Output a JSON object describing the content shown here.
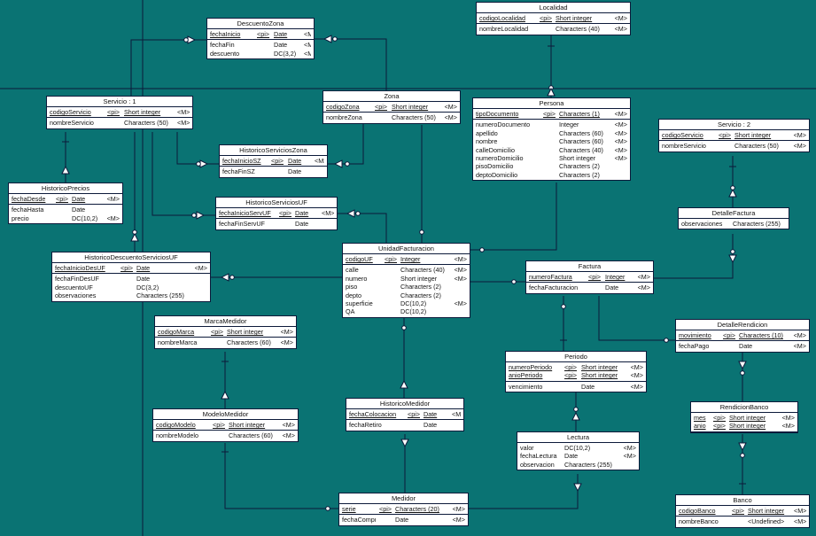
{
  "diagram": {
    "colors": {
      "background": "#0a7373",
      "entity_fill": "#ffffff",
      "line": "#0c1a3a"
    },
    "entities": [
      {
        "id": "descuentoZona",
        "title": "DescuentoZona",
        "attrs": [
          {
            "name": "fechaInicio",
            "pi": "<pi>",
            "type": "Date",
            "m": "<M>",
            "key": true
          },
          {
            "name": "fechaFin",
            "pi": "",
            "type": "Date",
            "m": "<M>"
          },
          {
            "name": "descuento",
            "pi": "",
            "type": "DC(3,2)",
            "m": "<M>"
          }
        ]
      },
      {
        "id": "localidad",
        "title": "Localidad",
        "attrs": [
          {
            "name": "codigoLocalidad",
            "pi": "<pi>",
            "type": "Short integer",
            "m": "<M>",
            "key": true
          },
          {
            "name": "nombreLocalidad",
            "pi": "",
            "type": "Characters (40)",
            "m": "<M>"
          }
        ]
      },
      {
        "id": "servicio1",
        "title": "Servicio : 1",
        "attrs": [
          {
            "name": "codigoServicio",
            "pi": "<pi>",
            "type": "Short integer",
            "m": "<M>",
            "key": true
          },
          {
            "name": "nombreServicio",
            "pi": "",
            "type": "Characters (50)",
            "m": "<M>"
          }
        ]
      },
      {
        "id": "zona",
        "title": "Zona",
        "attrs": [
          {
            "name": "codigoZona",
            "pi": "<pi>",
            "type": "Short integer",
            "m": "<M>",
            "key": true
          },
          {
            "name": "nombreZona",
            "pi": "",
            "type": "Characters (50)",
            "m": "<M>"
          }
        ]
      },
      {
        "id": "persona",
        "title": "Persona",
        "attrs": [
          {
            "name": "tipoDocumento",
            "pi": "<pi>",
            "type": "Characters (1)",
            "m": "<M>",
            "key": true
          },
          {
            "name": "numeroDocumento",
            "pi": "",
            "type": "Integer",
            "m": "<M>"
          },
          {
            "name": "apellido",
            "pi": "",
            "type": "Characters (60)",
            "m": "<M>"
          },
          {
            "name": "nombre",
            "pi": "",
            "type": "Characters (60)",
            "m": "<M>"
          },
          {
            "name": "calleDomicilio",
            "pi": "",
            "type": "Characters (40)",
            "m": "<M>"
          },
          {
            "name": "numeroDomicilio",
            "pi": "",
            "type": "Short integer",
            "m": "<M>"
          },
          {
            "name": "pisoDomicilio",
            "pi": "",
            "type": "Characters (2)",
            "m": ""
          },
          {
            "name": "deptoDomicilio",
            "pi": "",
            "type": "Characters (2)",
            "m": ""
          }
        ]
      },
      {
        "id": "servicio2",
        "title": "Servicio : 2",
        "attrs": [
          {
            "name": "codigoServicio",
            "pi": "<pi>",
            "type": "Short integer",
            "m": "<M>",
            "key": true
          },
          {
            "name": "nombreServicio",
            "pi": "",
            "type": "Characters (50)",
            "m": "<M>"
          }
        ]
      },
      {
        "id": "historicoServiciosZona",
        "title": "HistoricoServiciosZona",
        "attrs": [
          {
            "name": "fechaInicioSZ",
            "pi": "<pi>",
            "type": "Date",
            "m": "<M>",
            "key": true
          },
          {
            "name": "fechaFinSZ",
            "pi": "",
            "type": "Date",
            "m": ""
          }
        ]
      },
      {
        "id": "historicoPrecios",
        "title": "HistoricoPrecios",
        "attrs": [
          {
            "name": "fechaDesde",
            "pi": "<pi>",
            "type": "Date",
            "m": "<M>",
            "key": true
          },
          {
            "name": "fechaHasta",
            "pi": "",
            "type": "Date",
            "m": ""
          },
          {
            "name": "precio",
            "pi": "",
            "type": "DC(10,2)",
            "m": "<M>"
          }
        ]
      },
      {
        "id": "historicoServiciosUF",
        "title": "HistoricoServiciosUF",
        "attrs": [
          {
            "name": "fechaInicioServUF",
            "pi": "<pi>",
            "type": "Date",
            "m": "<M>",
            "key": true
          },
          {
            "name": "fechaFinServUF",
            "pi": "",
            "type": "Date",
            "m": ""
          }
        ]
      },
      {
        "id": "detalleFactura",
        "title": "DetalleFactura",
        "attrs": [
          {
            "name": "observaciones",
            "pi": "",
            "type": "Characters (255)",
            "m": ""
          }
        ]
      },
      {
        "id": "historicoDescuentoServiciosUF",
        "title": "HistoricoDescuentoServiciosUF",
        "attrs": [
          {
            "name": "fechaInicioDesUF",
            "pi": "<pi>",
            "type": "Date",
            "m": "<M>",
            "key": true
          },
          {
            "name": "fechaFinDesUF",
            "pi": "",
            "type": "Date",
            "m": ""
          },
          {
            "name": "descuentoUF",
            "pi": "",
            "type": "DC(3,2)",
            "m": ""
          },
          {
            "name": "observaciones",
            "pi": "",
            "type": "Characters (255)",
            "m": ""
          }
        ]
      },
      {
        "id": "unidadFacturacion",
        "title": "UnidadFacturacion",
        "attrs": [
          {
            "name": "codigoUF",
            "pi": "<pi>",
            "type": "Integer",
            "m": "<M>",
            "key": true
          },
          {
            "name": "calle",
            "pi": "",
            "type": "Characters (40)",
            "m": "<M>"
          },
          {
            "name": "numero",
            "pi": "",
            "type": "Short integer",
            "m": "<M>"
          },
          {
            "name": "piso",
            "pi": "",
            "type": "Characters (2)",
            "m": ""
          },
          {
            "name": "depto",
            "pi": "",
            "type": "Characters (2)",
            "m": ""
          },
          {
            "name": "superficie",
            "pi": "",
            "type": "DC(10,2)",
            "m": "<M>"
          },
          {
            "name": "QA",
            "pi": "",
            "type": "DC(10,2)",
            "m": ""
          }
        ]
      },
      {
        "id": "factura",
        "title": "Factura",
        "attrs": [
          {
            "name": "numeroFactura",
            "pi": "<pi>",
            "type": "Integer",
            "m": "<M>",
            "key": true
          },
          {
            "name": "fechaFacturacion",
            "pi": "",
            "type": "Date",
            "m": "<M>"
          }
        ]
      },
      {
        "id": "marcaMedidor",
        "title": "MarcaMedidor",
        "attrs": [
          {
            "name": "codigoMarca",
            "pi": "<pi>",
            "type": "Short integer",
            "m": "<M>",
            "key": true
          },
          {
            "name": "nombreMarca",
            "pi": "",
            "type": "Characters (60)",
            "m": "<M>"
          }
        ]
      },
      {
        "id": "detalleRendicion",
        "title": "DetalleRendicion",
        "attrs": [
          {
            "name": "movimiento",
            "pi": "<pi>",
            "type": "Characters (10)",
            "m": "<M>",
            "key": true
          },
          {
            "name": "fechaPago",
            "pi": "",
            "type": "Date",
            "m": "<M>"
          }
        ]
      },
      {
        "id": "periodo",
        "title": "Periodo",
        "attrs": [
          {
            "name": "numeroPeriodo",
            "pi": "<pi>",
            "type": "Short integer",
            "m": "<M>",
            "key": true
          },
          {
            "name": "anioPeriodo",
            "pi": "<pi>",
            "type": "Short integer",
            "m": "<M>",
            "key": true
          },
          {
            "name": "vencimiento",
            "pi": "",
            "type": "Date",
            "m": "<M>"
          }
        ]
      },
      {
        "id": "historicoMedidor",
        "title": "HistoricoMedidor",
        "attrs": [
          {
            "name": "fechaColocacion",
            "pi": "<pi>",
            "type": "Date",
            "m": "<M>",
            "key": true
          },
          {
            "name": "fechaRetiro",
            "pi": "",
            "type": "Date",
            "m": ""
          }
        ]
      },
      {
        "id": "rendicionBanco",
        "title": "RendicionBanco",
        "attrs": [
          {
            "name": "mes",
            "pi": "<pi>",
            "type": "Short integer",
            "m": "<M>",
            "key": true
          },
          {
            "name": "anio",
            "pi": "<pi>",
            "type": "Short integer",
            "m": "<M>",
            "key": true
          }
        ]
      },
      {
        "id": "modeloMedidor",
        "title": "ModeloMedidor",
        "attrs": [
          {
            "name": "codigoModelo",
            "pi": "<pi>",
            "type": "Short integer",
            "m": "<M>",
            "key": true
          },
          {
            "name": "nombreModelo",
            "pi": "",
            "type": "Characters (60)",
            "m": "<M>"
          }
        ]
      },
      {
        "id": "lectura",
        "title": "Lectura",
        "attrs": [
          {
            "name": "valor",
            "pi": "",
            "type": "DC(10,2)",
            "m": "<M>"
          },
          {
            "name": "fechaLectura",
            "pi": "",
            "type": "Date",
            "m": "<M>"
          },
          {
            "name": "observacion",
            "pi": "",
            "type": "Characters (255)",
            "m": ""
          }
        ]
      },
      {
        "id": "medidor",
        "title": "Medidor",
        "attrs": [
          {
            "name": "serie",
            "pi": "<pi>",
            "type": "Characters (20)",
            "m": "<M>",
            "key": true
          },
          {
            "name": "fechaCompra",
            "pi": "",
            "type": "Date",
            "m": "<M>"
          }
        ]
      },
      {
        "id": "banco",
        "title": "Banco",
        "attrs": [
          {
            "name": "codigoBanco",
            "pi": "<pi>",
            "type": "Short integer",
            "m": "<M>",
            "key": true
          },
          {
            "name": "nombreBanco",
            "pi": "",
            "type": "<Undefined>",
            "m": "<M>"
          }
        ]
      }
    ]
  }
}
